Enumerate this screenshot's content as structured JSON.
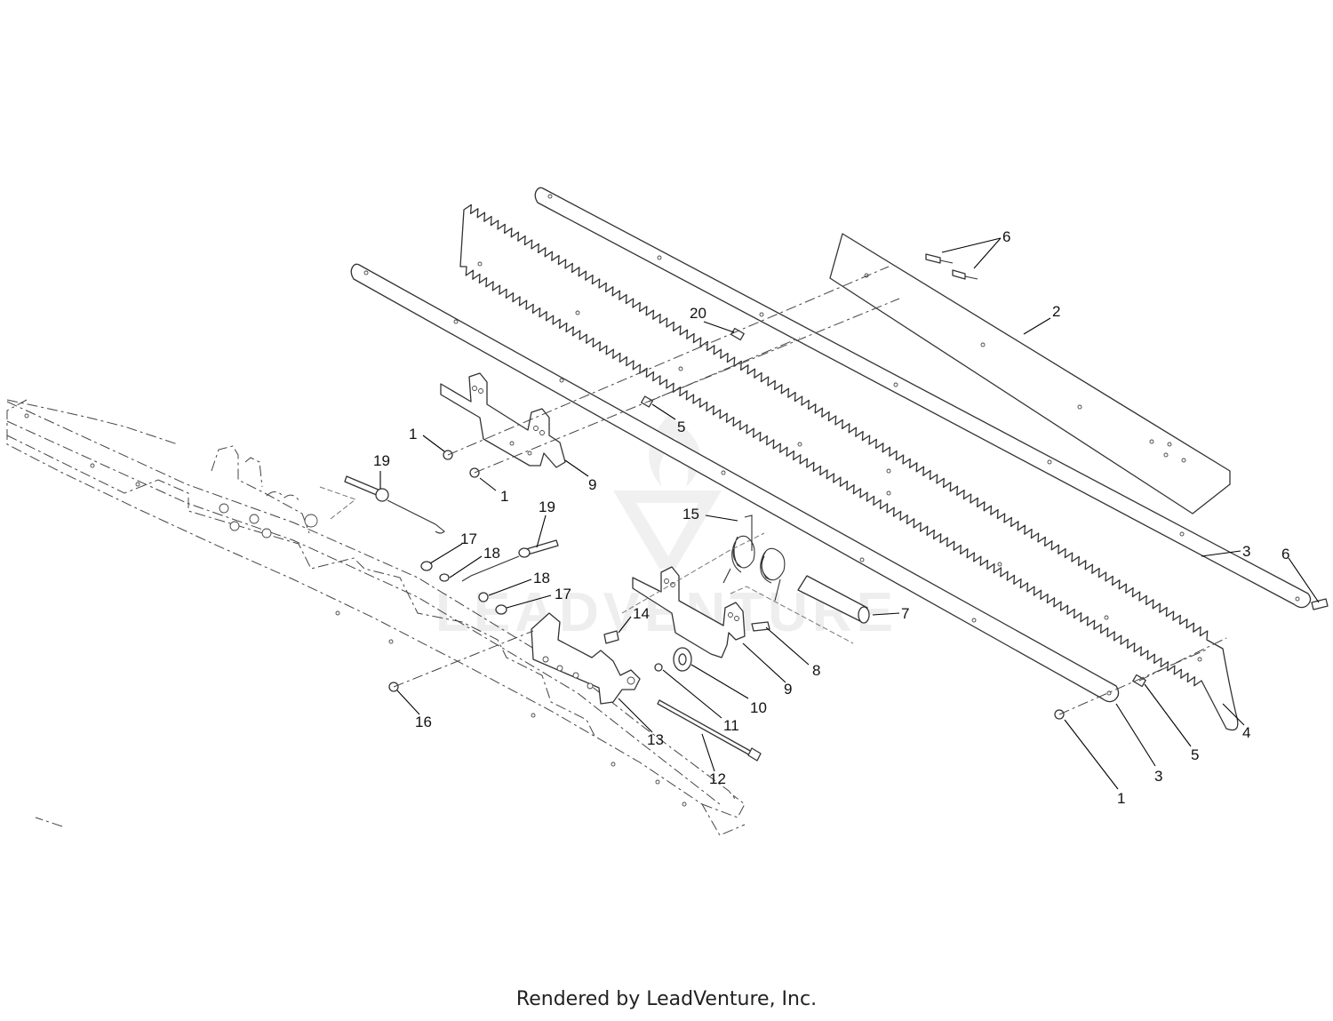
{
  "footer": "Rendered by LeadVenture, Inc.",
  "watermark": "LEADVENTURE",
  "callouts": [
    {
      "id": "c6a",
      "label": "6"
    },
    {
      "id": "c2",
      "label": "2"
    },
    {
      "id": "c20",
      "label": "20"
    },
    {
      "id": "c5a",
      "label": "5"
    },
    {
      "id": "c1a",
      "label": "1"
    },
    {
      "id": "c1b",
      "label": "1"
    },
    {
      "id": "c9a",
      "label": "9"
    },
    {
      "id": "c19a",
      "label": "19"
    },
    {
      "id": "c19b",
      "label": "19"
    },
    {
      "id": "c17a",
      "label": "17"
    },
    {
      "id": "c18a",
      "label": "18"
    },
    {
      "id": "c18b",
      "label": "18"
    },
    {
      "id": "c17b",
      "label": "17"
    },
    {
      "id": "c15",
      "label": "15"
    },
    {
      "id": "c14",
      "label": "14"
    },
    {
      "id": "c7",
      "label": "7"
    },
    {
      "id": "c8",
      "label": "8"
    },
    {
      "id": "c9b",
      "label": "9"
    },
    {
      "id": "c10",
      "label": "10"
    },
    {
      "id": "c11",
      "label": "11"
    },
    {
      "id": "c12",
      "label": "12"
    },
    {
      "id": "c13",
      "label": "13"
    },
    {
      "id": "c16",
      "label": "16"
    },
    {
      "id": "c3a",
      "label": "3"
    },
    {
      "id": "c6b",
      "label": "6"
    },
    {
      "id": "c3b",
      "label": "3"
    },
    {
      "id": "c5b",
      "label": "5"
    },
    {
      "id": "c4",
      "label": "4"
    },
    {
      "id": "c1c",
      "label": "1"
    }
  ]
}
